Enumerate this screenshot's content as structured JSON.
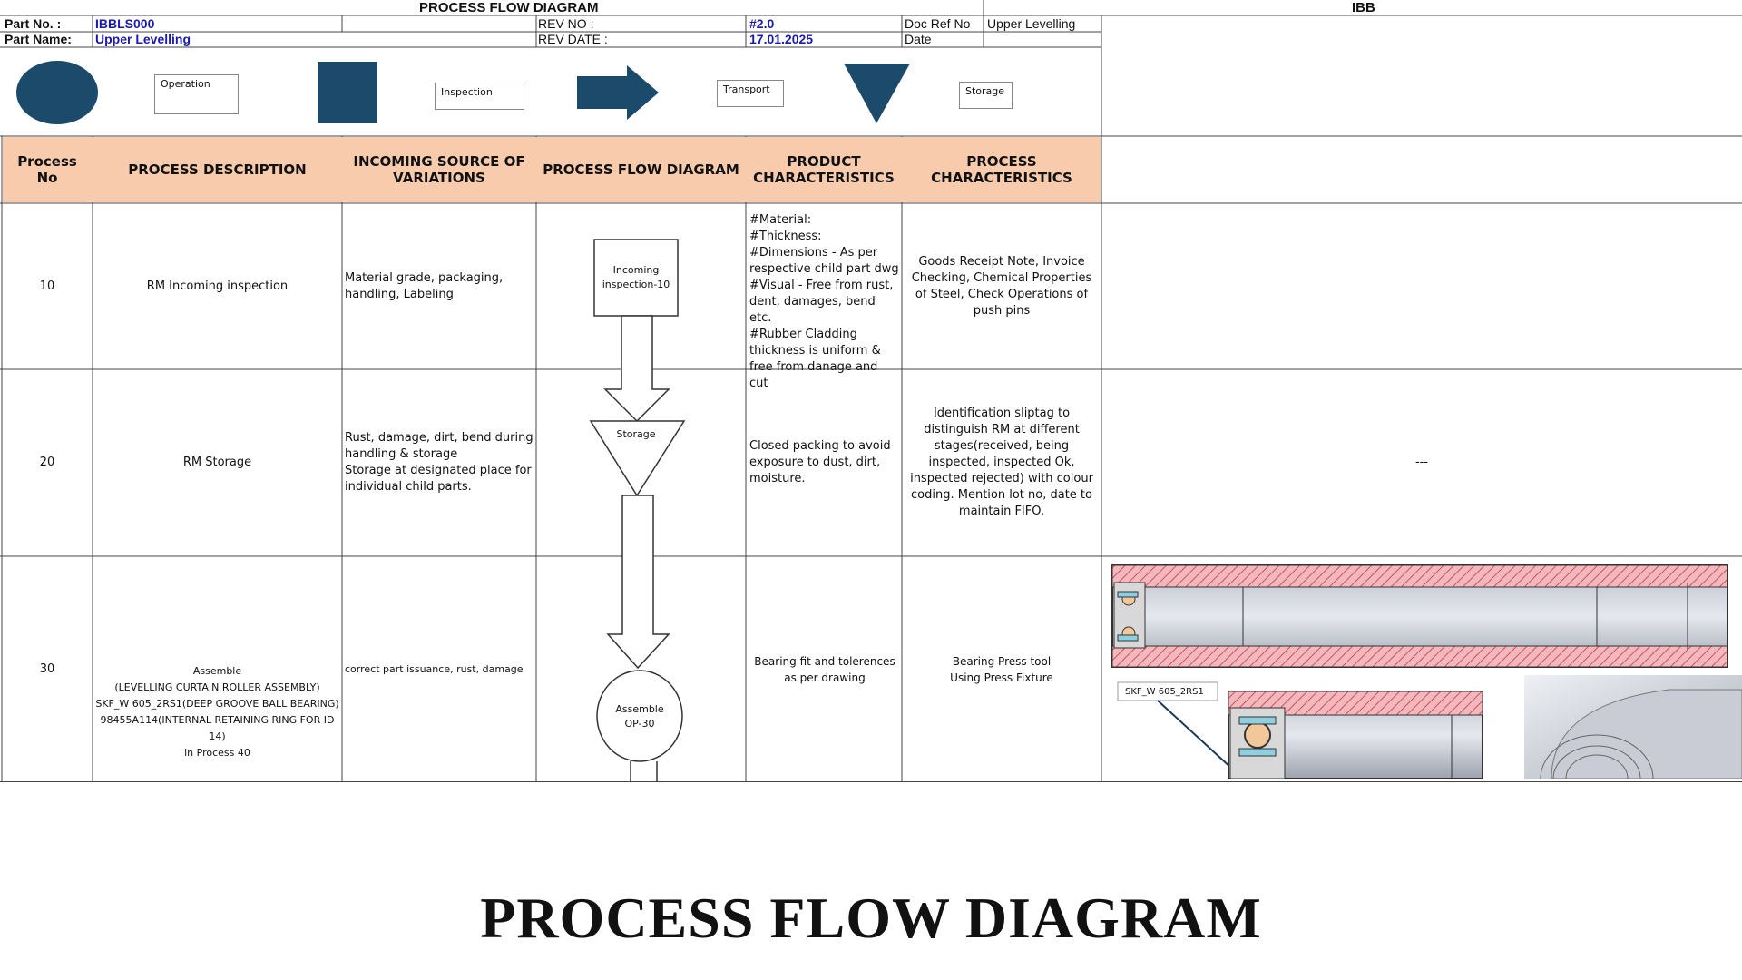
{
  "sheet": {
    "title": "PROCESS FLOW DIAGRAM",
    "company": "IBB",
    "part_no_label": "Part No. :",
    "part_no": "IBBLS000",
    "part_name_label": "Part Name:",
    "part_name": "Upper Levelling",
    "rev_no_label": "REV NO :",
    "rev_no": "#2.0",
    "rev_date_label": "REV DATE :",
    "rev_date": "17.01.2025",
    "doc_ref_label": "Doc Ref No",
    "doc_ref": "Upper Levelling",
    "date_label": "Date"
  },
  "legend": {
    "operation": "Operation",
    "inspection": "Inspection",
    "transport": "Transport",
    "storage": "Storage",
    "symbol_color": "#1b4a6b"
  },
  "columns": {
    "process_no": "Process No",
    "description": "PROCESS DESCRIPTION",
    "variations": "INCOMING SOURCE OF VARIATIONS",
    "flow": "PROCESS FLOW DIAGRAM",
    "product": "PRODUCT CHARACTERISTICS",
    "process": "PROCESS CHARACTERISTICS",
    "header_color": "#f8cbad"
  },
  "rows": [
    {
      "no": "10",
      "description": "RM Incoming inspection",
      "variations": "Material grade, packaging, handling, Labeling",
      "flow_label": "Incoming inspection-10",
      "product": "#Material:\n#Thickness:\n#Dimensions - As per respective child part dwg\n#Visual - Free from rust, dent, damages, bend etc.\n#Rubber Cladding thickness is uniform & free from danage and cut",
      "process": "Goods Receipt Note, Invoice Checking, Chemical Properties of Steel, Check Operations of push pins",
      "extra": ""
    },
    {
      "no": "20",
      "description": "RM Storage",
      "variations": "Rust, damage, dirt, bend during handling & storage\nStorage at designated place for individual child parts.",
      "flow_label": "Storage",
      "product": "Closed packing to avoid exposure to dust, dirt, moisture.",
      "process": "Identification sliptag to distinguish RM at different stages(received, being inspected, inspected Ok, inspected rejected) with colour coding. Mention lot no, date to maintain FIFO.",
      "extra": "---"
    },
    {
      "no": "30",
      "description": "Assemble\n(LEVELLING CURTAIN ROLLER ASSEMBLY)\nSKF_W 605_2RS1(DEEP GROOVE BALL BEARING)\n98455A114(INTERNAL RETAINING RING FOR ID 14)\nin Process 40",
      "variations": "correct part issuance, rust, damage",
      "flow_label": "Assemble OP-30",
      "product": "Bearing fit and tolerences as per drawing",
      "process": "Bearing Press tool\nUsing Press Fixture",
      "extra": "",
      "drawing_callout": "SKF_W 605_2RS1"
    }
  ],
  "caption": "PROCESS FLOW DIAGRAM"
}
